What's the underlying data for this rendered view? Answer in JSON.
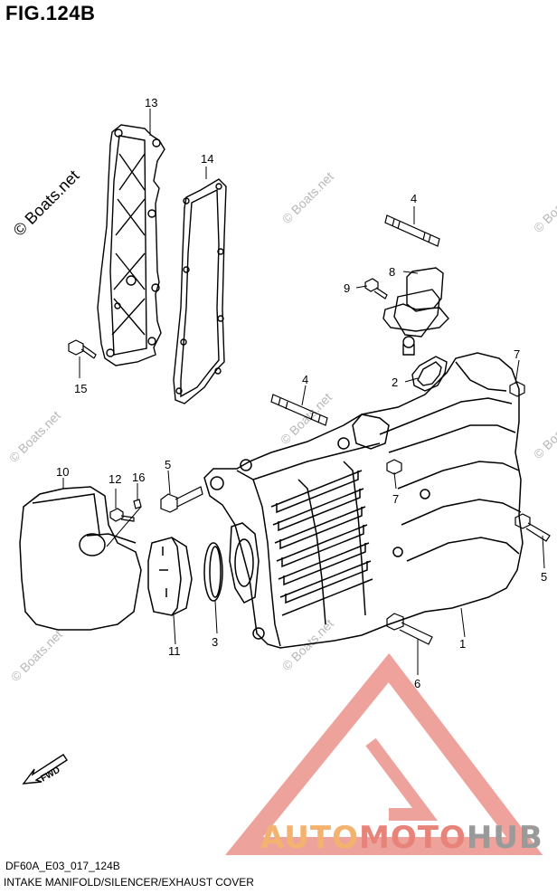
{
  "figure": {
    "title": "FIG.124B",
    "code": "DF60A_E03_017_124B",
    "description": "INTAKE MANIFOLD/SILENCER/EXHAUST COVER"
  },
  "watermark": {
    "text": "© Boats.net"
  },
  "brand": {
    "part1": "AUTO",
    "part2": "MOTO",
    "part3": "HUB"
  },
  "fwd_label": "FWD",
  "callouts": [
    "1",
    "2",
    "3",
    "4",
    "4",
    "5",
    "5",
    "6",
    "7",
    "7",
    "8",
    "9",
    "10",
    "11",
    "12",
    "13",
    "14",
    "15",
    "16"
  ],
  "colors": {
    "line": "#000000",
    "watermark": "#b8b8b8",
    "brand_orange": "#f3b36f",
    "brand_red": "#e8837a",
    "brand_gray": "#9a9a9a"
  }
}
